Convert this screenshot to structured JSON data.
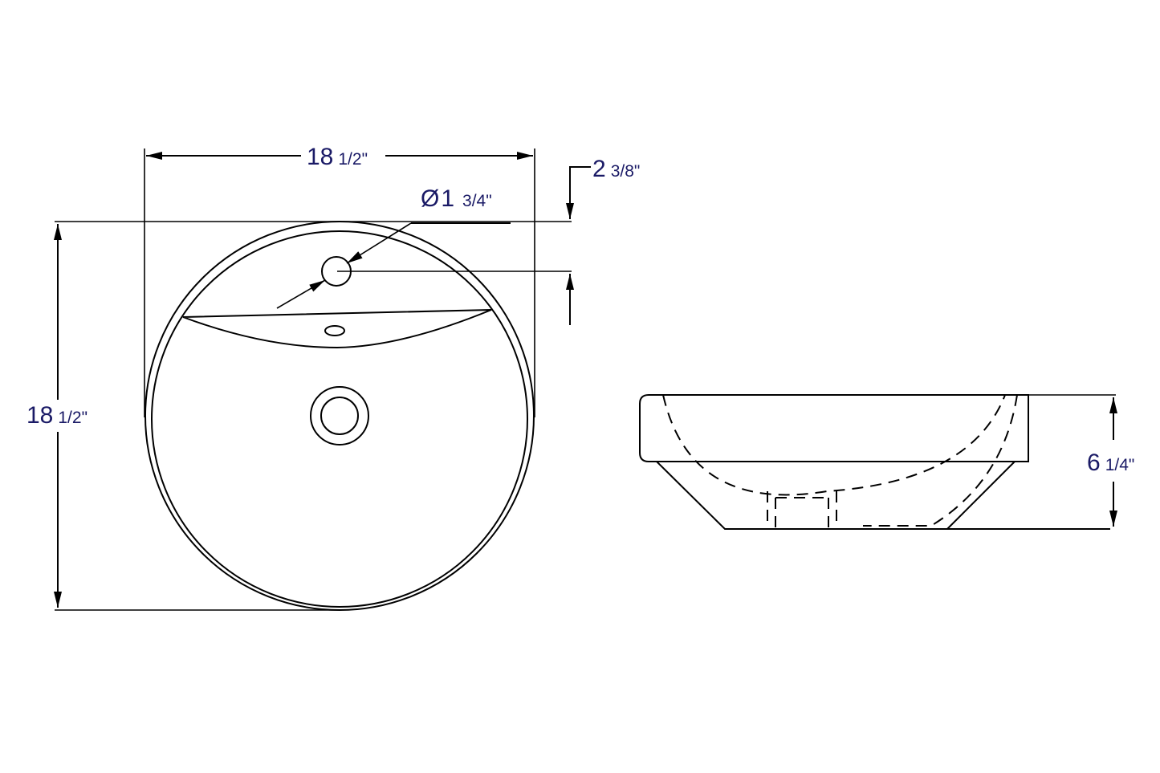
{
  "drawing": {
    "subject": "Round semi-recessed bathroom sink with single faucet hole",
    "line_color": "#000000",
    "label_color": "#1a1a66",
    "views": {
      "top_view": {
        "width": {
          "whole": "18",
          "fraction": "1/2\""
        },
        "depth": {
          "whole": "18",
          "fraction": "1/2\""
        },
        "faucet_hole": {
          "symbol": "Ø",
          "whole": "1",
          "fraction": "3/4\""
        },
        "faucet_offset": {
          "whole": "2",
          "fraction": "3/8\""
        }
      },
      "side_view": {
        "height": {
          "whole": "6",
          "fraction": "1/4\""
        }
      }
    }
  }
}
